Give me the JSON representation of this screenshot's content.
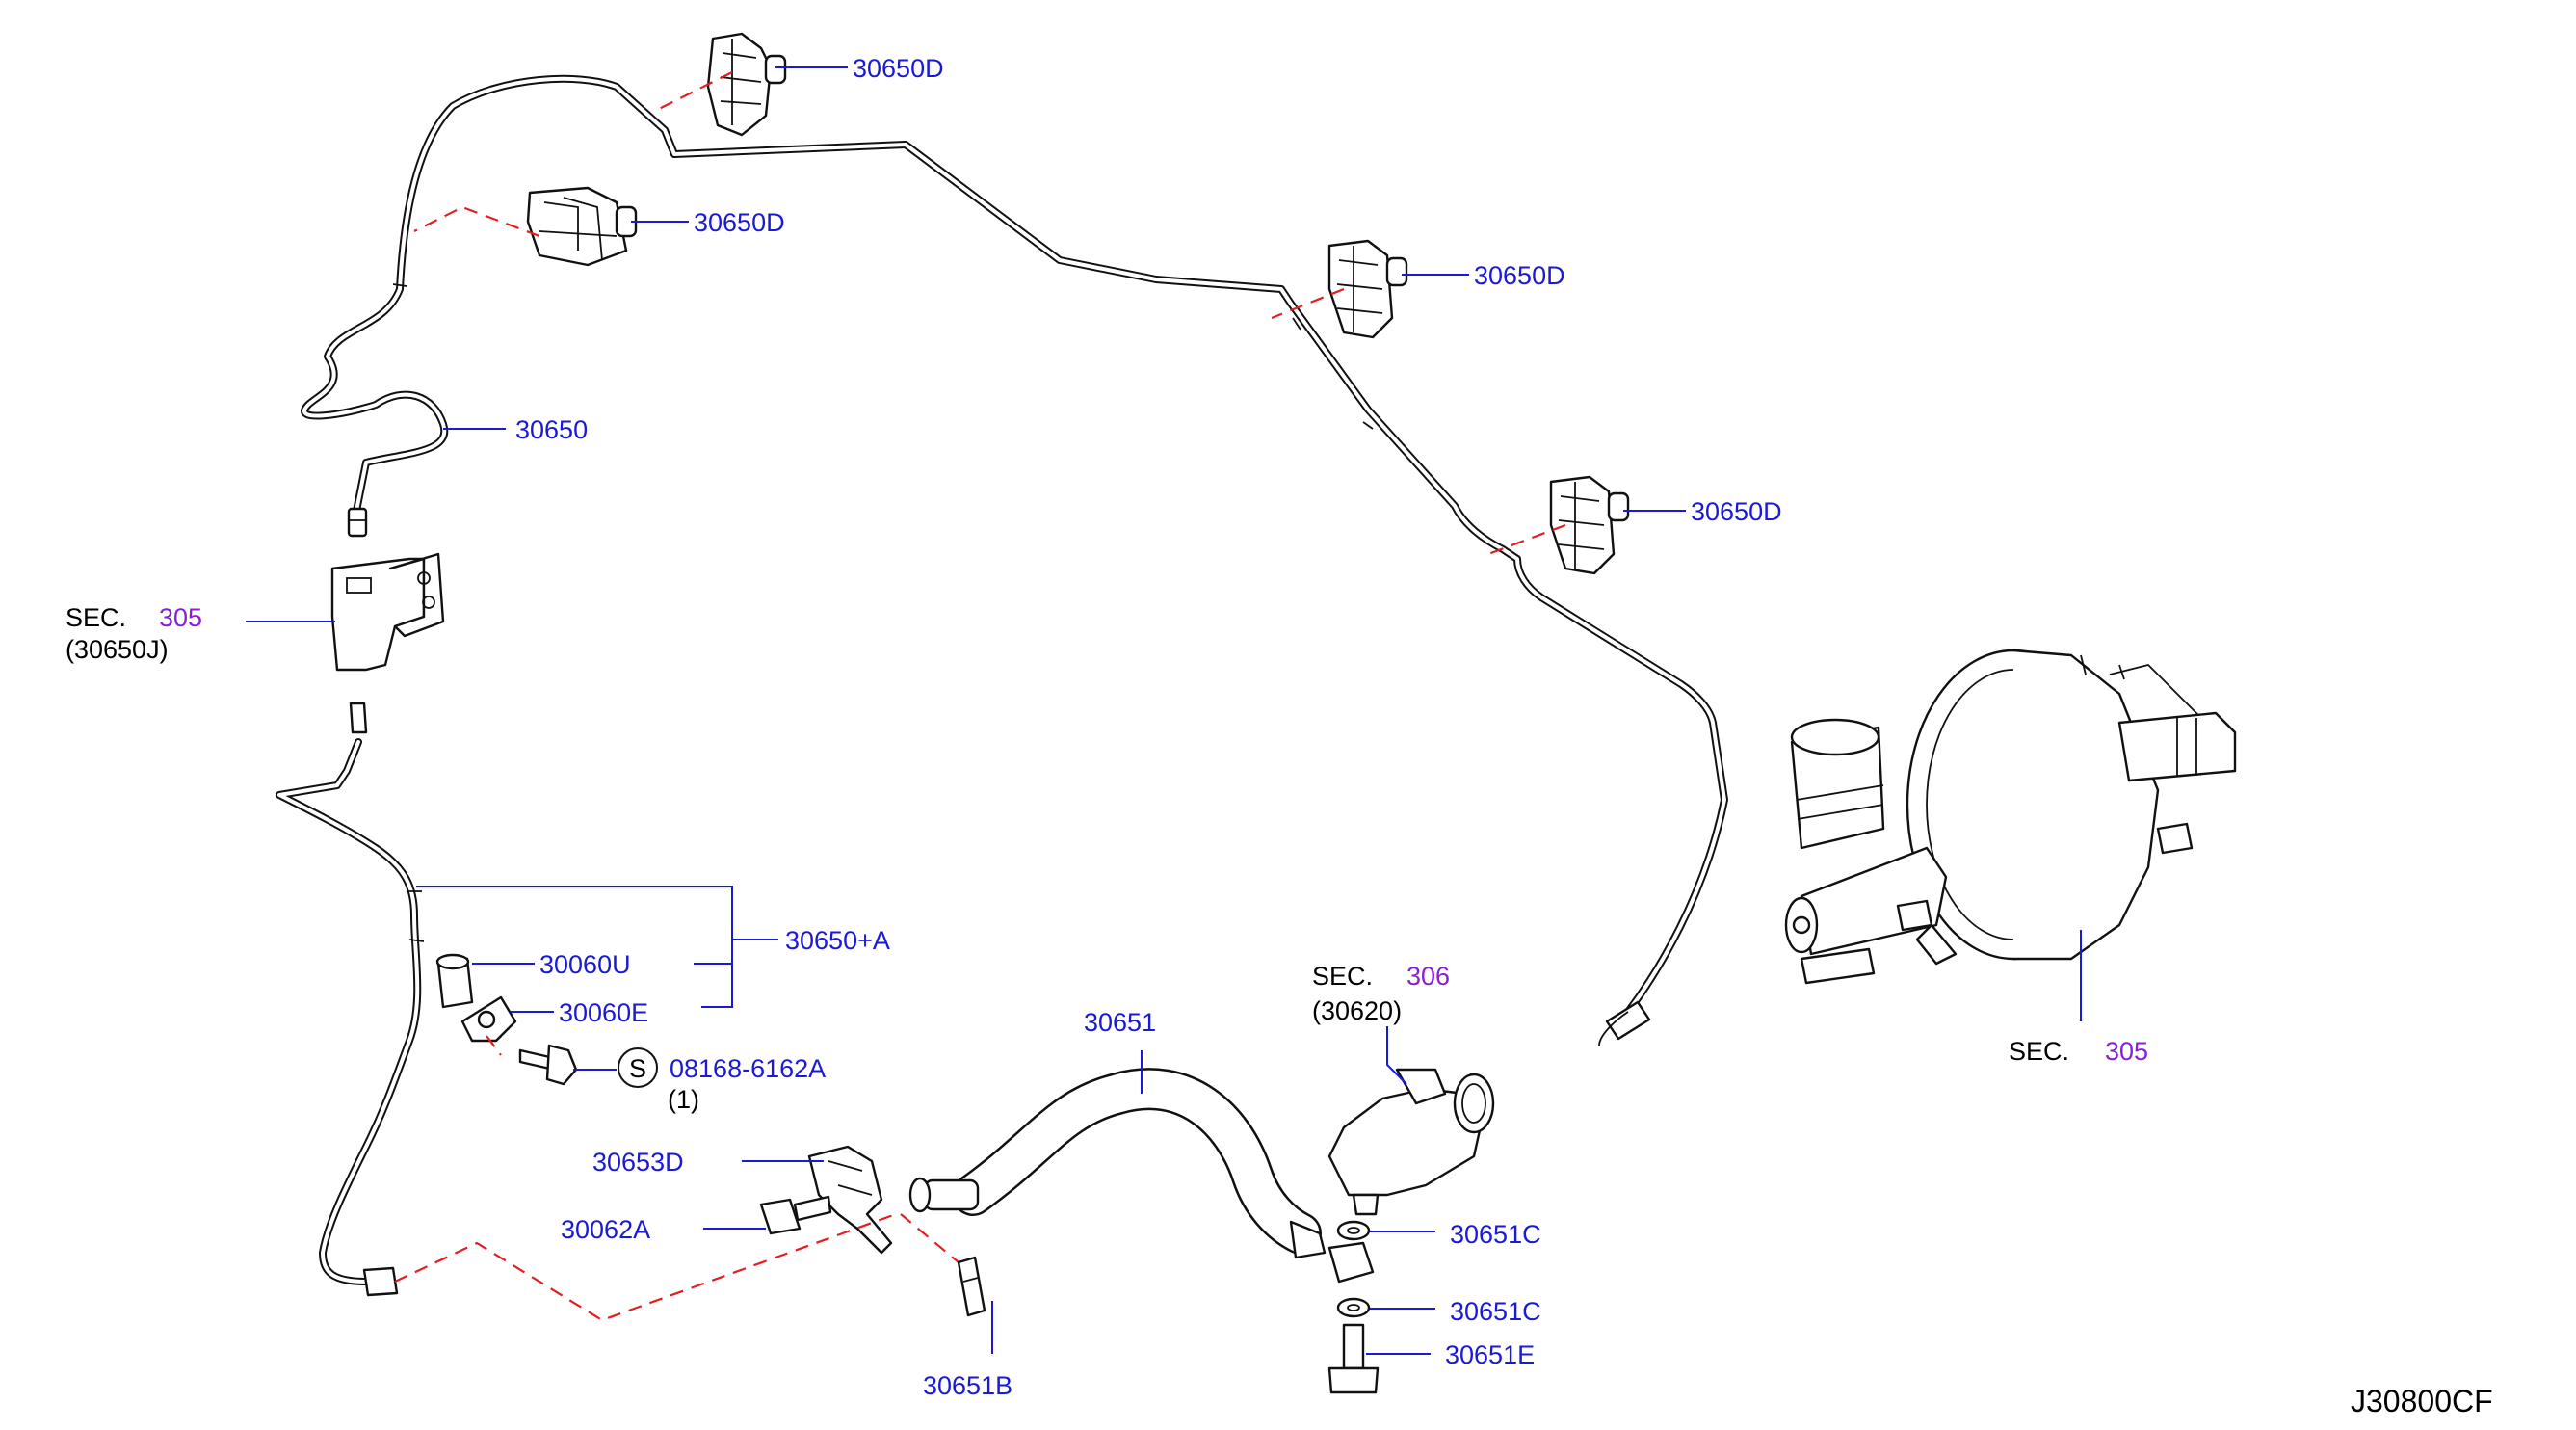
{
  "diagram": {
    "code": "J30800CF",
    "callouts": {
      "clip1": "30650D",
      "clip2": "30650D",
      "clip3": "30650D",
      "clip4": "30650D",
      "tube_upper": "30650",
      "sec305_left_prefix": "SEC.",
      "sec305_left_num": "305",
      "sec305_left_sub": "(30650J)",
      "tube_assy": "30650+A",
      "part_30060u": "30060U",
      "part_30060e": "30060E",
      "bolt_symbol": "S",
      "bolt_part": "08168-6162A",
      "bolt_qty": "(1)",
      "hose": "30651",
      "sec306_prefix": "SEC.",
      "sec306_num": "306",
      "sec306_sub": "(30620)",
      "bracket": "30653D",
      "bolt_30062a": "30062A",
      "washer1": "30651C",
      "washer2": "30651C",
      "bolt_30651e": "30651E",
      "clip_30651b": "30651B",
      "sec305_right_prefix": "SEC.",
      "sec305_right_num": "305"
    },
    "colors": {
      "label": "#1a1ad6",
      "section_number": "#8a1ed6",
      "dashed_reference": "#e02020",
      "line_art": "#111111"
    }
  }
}
